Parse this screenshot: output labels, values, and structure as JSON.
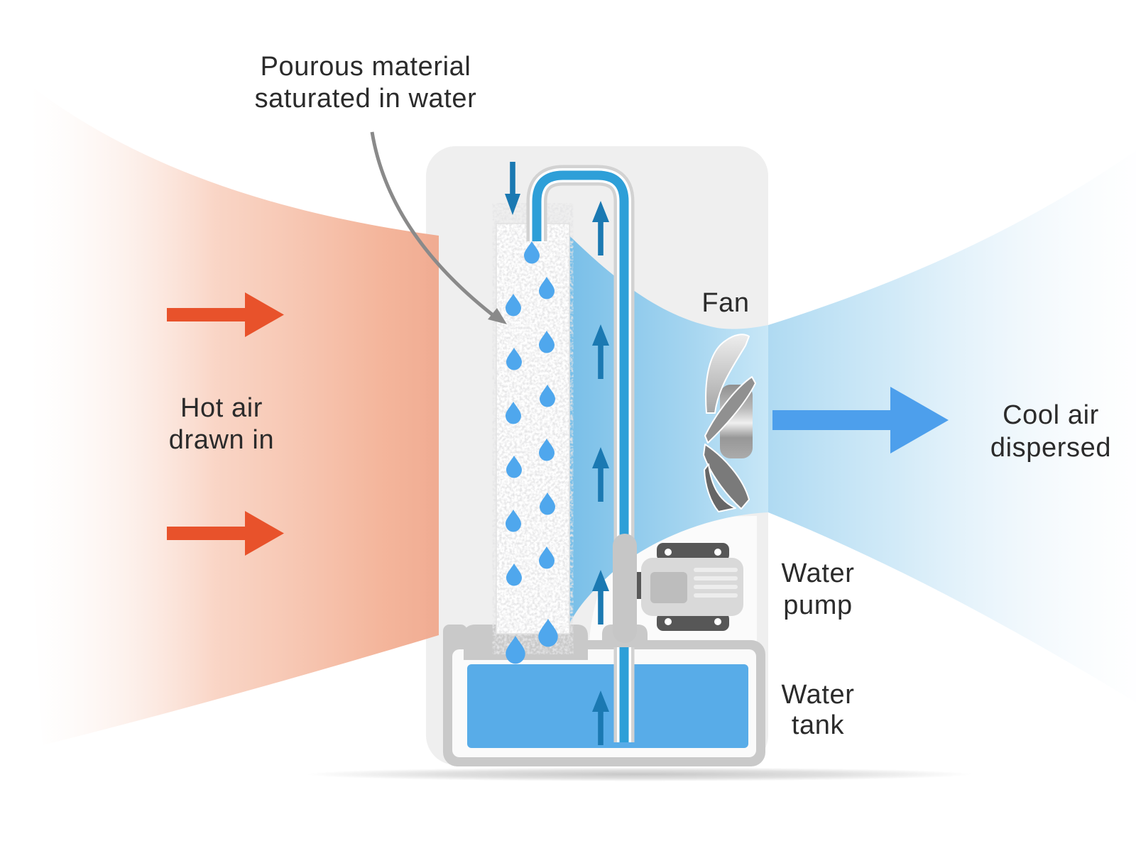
{
  "labels": {
    "porous_material": {
      "line1": "Pourous material",
      "line2": "saturated in water"
    },
    "hot_air": {
      "line1": "Hot air",
      "line2": "drawn in"
    },
    "fan": {
      "text": "Fan"
    },
    "cool_air": {
      "line1": "Cool air",
      "line2": "dispersed"
    },
    "water_pump": {
      "line1": "Water",
      "line2": "pump"
    },
    "water_tank": {
      "line1": "Water",
      "line2": "tank"
    }
  },
  "colors": {
    "hot_arrow": "#E8522B",
    "hot_gradient": "#F0A78C",
    "cool_arrow": "#4D9FEC",
    "cool_gradient": "#AFDAF2",
    "flow_arrow": "#1B79B2",
    "pipe_water": "#2E9FD8",
    "tank_water": "#58ACE8",
    "droplet": "#4FA7ED",
    "unit_body": "#EFEFEF",
    "hardware_gray": "#C9C9C9",
    "pump_dark": "#575757",
    "pump_body": "#D9D9D9",
    "leader_arrow": "#8A8A8A",
    "text_main": "#2B2B2B"
  }
}
